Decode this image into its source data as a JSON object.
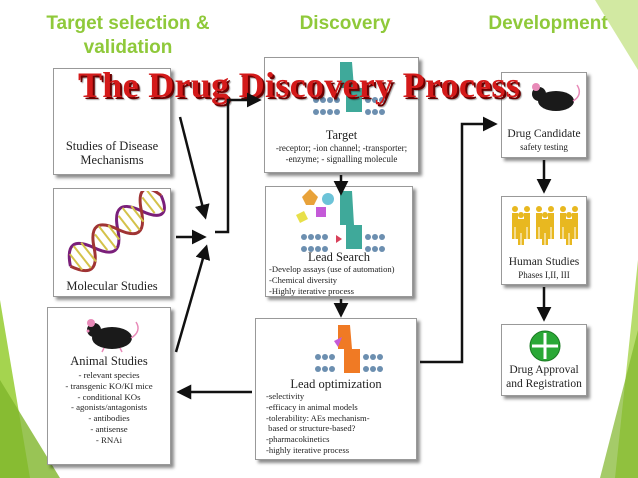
{
  "phases": {
    "target": "Target selection & validation",
    "discovery": "Discovery",
    "development": "Development"
  },
  "title": "The Drug Discovery Process",
  "boxes": {
    "disease": {
      "title": "Studies of Disease Mechanisms"
    },
    "molecular": {
      "title": "Molecular Studies"
    },
    "animal": {
      "title": "Animal Studies",
      "lines": [
        "- relevant species",
        "- transgenic KO/KI  mice",
        "- conditional KOs",
        "- agonists/antagonists",
        "- antibodies",
        "- antisense",
        "- RNAi"
      ]
    },
    "target_box": {
      "title": "Target",
      "lines": [
        "-receptor;  -ion channel;  -transporter;",
        "-enzyme;  - signalling molecule"
      ]
    },
    "lead_search": {
      "title": "Lead Search",
      "lines": [
        "-Develop assays (use of automation)",
        "  -Chemical diversity",
        "-Highly iterative process"
      ]
    },
    "lead_opt": {
      "title": "Lead optimization",
      "lines": [
        "-selectivity",
        "-efficacy in animal models",
        "-tolerability: AEs mechanism-",
        " based or structure-based?",
        "-pharmacokinetics",
        "-highly iterative process"
      ]
    },
    "candidate": {
      "title": "Drug Candidate",
      "subtitle": "safety testing"
    },
    "human": {
      "title": "Human Studies",
      "subtitle": "Phases I,II, III"
    },
    "approval": {
      "title": "Drug Approval and Registration"
    }
  },
  "colors": {
    "phase_green": "#8fc93a",
    "title_red": "#d41a1a",
    "bg_green": "#a6d34a",
    "membrane": "#6c8fb0",
    "protein_teal": "#3fa99a",
    "protein_orange": "#f07a24"
  }
}
